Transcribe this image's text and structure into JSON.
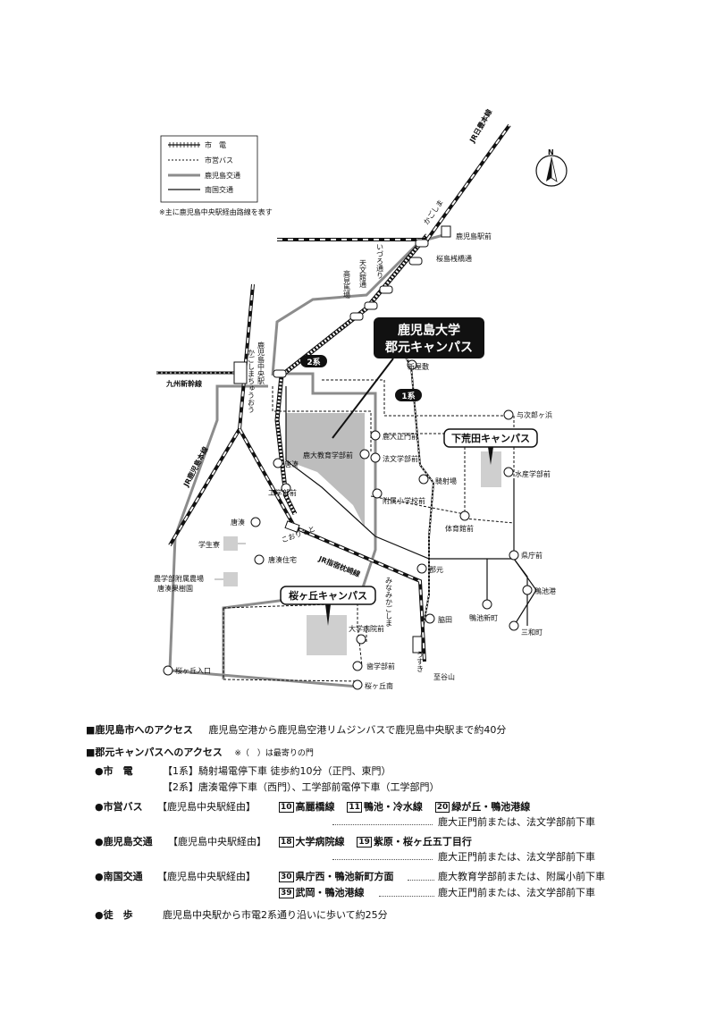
{
  "legend": {
    "items": [
      {
        "label": "市　電",
        "style": "tram"
      },
      {
        "label": "市営バス",
        "style": "dashed"
      },
      {
        "label": "鹿児島交通",
        "style": "gray-thick"
      },
      {
        "label": "南国交通",
        "style": "solid"
      }
    ],
    "note": "※主に鹿児島中央駅経由路線を表す"
  },
  "compass": {
    "label": "N"
  },
  "colors": {
    "gray_route": "#8c8c8c",
    "campus_fill": "#bdbdbd",
    "callout_bg": "#111111"
  },
  "map": {
    "callout_main": {
      "line1": "鹿児島大学",
      "line2": "郡元キャンパス"
    },
    "campus_shimoarata": "下荒田キャンパス",
    "campus_sakuragaoka": "桜ヶ丘キャンパス",
    "tram_line_badges": [
      "2系",
      "1系"
    ],
    "rail_lines": [
      "九州新幹線",
      "JR指宿枕崎線",
      "JR日豊本線",
      "JR鹿児島本線"
    ],
    "stations": {
      "kagoshima_eki": "鹿児島駅前",
      "kagoshima_hiragana": "かごしま",
      "sakurajima": "桜島桟橋通",
      "izuro": "いづろ通り",
      "tenmonkan": "天文館通",
      "takamibaba": "高見馬場",
      "chuo": "鹿児島中央駅",
      "chuo_hiragana": "かごしまちゅうおう",
      "shinyashiki": "新屋敷",
      "yojiro": "与次郎ヶ浜",
      "shokudai_seimon": "鹿大正門前",
      "hobun": "法文学部前",
      "kyoiku": "鹿大教育学部前",
      "toso": "唐湊",
      "kogaku": "工学部前",
      "fuzoku": "附属小学校前",
      "kishaba": "騎射場",
      "suisan": "水産学部前",
      "taiikukan": "体育館前",
      "kencho": "県庁前",
      "kamoike_port": "鴨池港",
      "kamoike_shinmachi": "鴨池新町",
      "sanwa": "三和町",
      "korimoto": "郡元",
      "korimoto_hiragana": "こおりもと",
      "minami_kagoshima": "みなみかごしま",
      "wakita": "脇田",
      "usuki": "うすき",
      "to_taniyama": "至谷山",
      "daigaku_byoin": "大学病院前",
      "shigaku": "歯学部前",
      "sakuragaoka_minami": "桜ヶ丘南",
      "sakuragaoka_iriguchi": "桜ヶ丘入口",
      "toso_bus": "唐湊",
      "toso_jutaku": "唐湊住宅",
      "gakuseiryo": "学生寮",
      "noujou": "農学部附属農場\n唐湊果樹園"
    }
  },
  "access": {
    "city": {
      "heading": "■鹿児島市へのアクセス",
      "text": "鹿児島空港から鹿児島空港リムジンバスで鹿児島中央駅まで約40分"
    },
    "campus": {
      "heading": "■郡元キャンパスへのアクセス",
      "note": "※（　）は最寄りの門"
    },
    "tram": {
      "label": "●市　電",
      "line1": "【1系】騎射場電停下車 徒歩約10分（正門、東門）",
      "line2": "【2系】唐湊電停下車（西門）、工学部前電停下車（工学部門）"
    },
    "city_bus": {
      "label": "●市営バス",
      "via": "【鹿児島中央駅経由】",
      "routes": [
        {
          "num": "10",
          "name": "高麗橋線"
        },
        {
          "num": "11",
          "name": "鴨池・冷水線"
        },
        {
          "num": "20",
          "name": "緑が丘・鴨池港線"
        }
      ],
      "stop": "鹿大正門前または、法文学部前下車"
    },
    "kagoshima_kotsu": {
      "label": "●鹿児島交通",
      "via": "【鹿児島中央駅経由】",
      "routes": [
        {
          "num": "18",
          "name": "大学病院線"
        },
        {
          "num": "19",
          "name": "紫原・桜ヶ丘五丁目行"
        }
      ],
      "stop": "鹿大正門前または、法文学部前下車"
    },
    "nangoku": {
      "label": "●南国交通",
      "via": "【鹿児島中央駅経由】",
      "routes": [
        {
          "num": "30",
          "name": "県庁西・鴨池新町方面",
          "stop": "鹿大教育学部前または、附属小前下車"
        },
        {
          "num": "39",
          "name": "武岡・鴨池港線",
          "stop": "鹿大正門前または、法文学部前下車"
        }
      ]
    },
    "walk": {
      "label": "●徒　歩",
      "text": "鹿児島中央駅から市電2系通り沿いに歩いて約25分"
    }
  }
}
